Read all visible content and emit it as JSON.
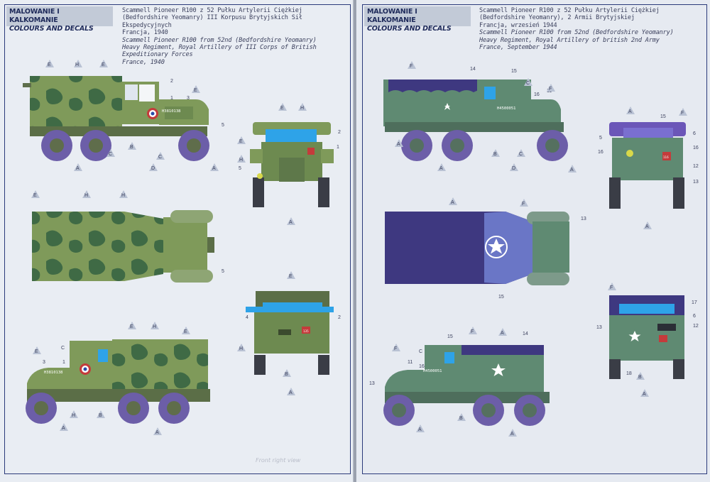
{
  "left_page": {
    "header_pl": "MALOWANIE I KALKOMANIE",
    "header_en": "COLOURS AND DECALS",
    "desc_pl": [
      "Scammell Pioneer R100 z 52 Pułku Artylerii Ciężkiej",
      "(Bedfordshire Yeomanry) III Korpusu Brytyjskich Sił",
      "Ekspedycyjnych",
      "Francja, 1940"
    ],
    "desc_en": [
      "Scammell Pioneer R100 from 52nd (Bedfordshire Yeomanry)",
      "Heavy Regiment, Royal Artillery of III Corps of British",
      "Expeditionary Forces",
      "France, 1940"
    ],
    "reg_number": "H3810138",
    "plate": "135",
    "footer_faint": "Front right view"
  },
  "right_page": {
    "header_pl": "MALOWANIE I KALKOMANIE",
    "header_en": "COLOURS AND DECALS",
    "desc_pl": [
      "Scammell Pioneer R100 z 52 Pułku Artylerii Ciężkiej",
      "(Bedfordshire Yeomanry), 2 Armii Brytyjskiej",
      "Francja, wrzesień 1944"
    ],
    "desc_en": [
      "Scammell Pioneer R100 from 52nd (Bedfordshire Yeomanry)",
      "Heavy Regiment, Royal Artillery of british 2nd Army",
      "France, September 1944"
    ],
    "reg_number": "H4500051",
    "plate": "116"
  },
  "callouts": {
    "A": "A",
    "B": "B",
    "C": "C",
    "D": "D",
    "E": "E",
    "F": "F",
    "H": "H",
    "n1": "1",
    "n2": "2",
    "n3": "3",
    "n4": "4",
    "n5": "5",
    "n6": "6",
    "n11": "11",
    "n12": "12",
    "n13": "13",
    "n14": "14",
    "n15": "15",
    "n16": "16",
    "n17": "17",
    "n18": "18"
  },
  "colors": {
    "paper": "#e9edf3",
    "frame": "#2b3a7a",
    "olive": "#7f9a5a",
    "dark_green": "#3f6a45",
    "sea_green": "#5f8a72",
    "tilt_blue": "#3e3880",
    "wheel": "#6c5ea8",
    "glass": "#2ea3e8"
  }
}
